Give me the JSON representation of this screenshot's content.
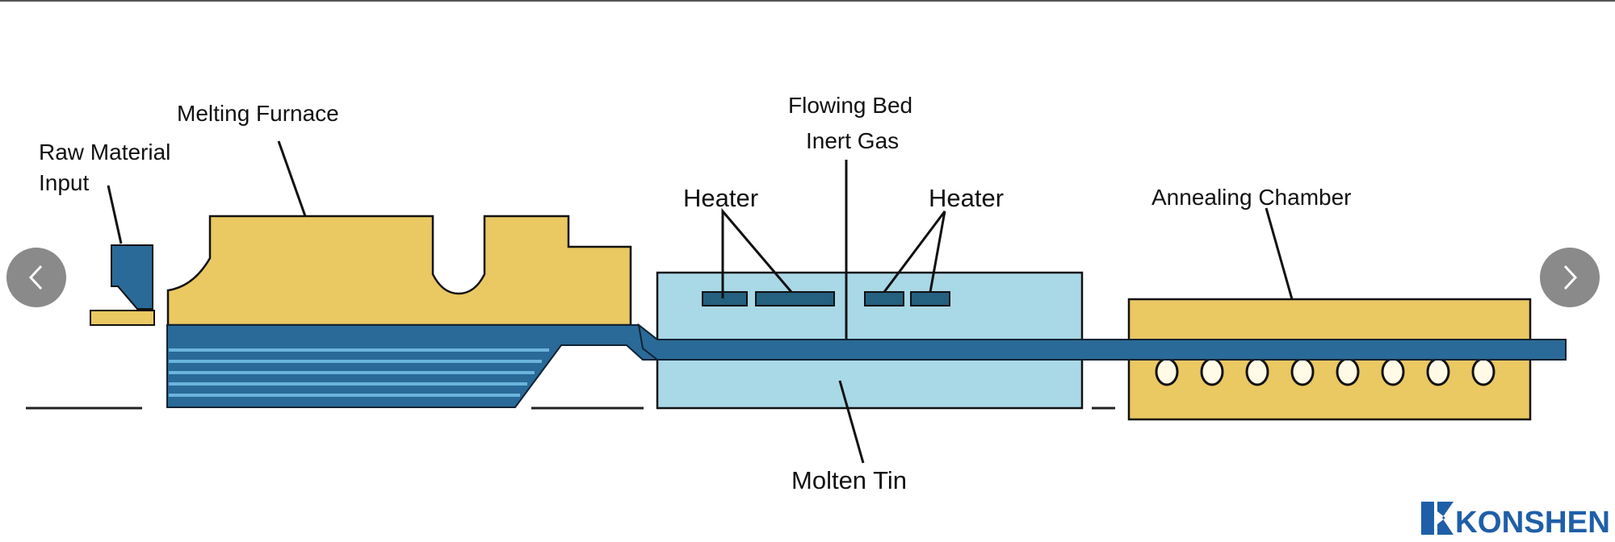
{
  "labels": {
    "raw_material_line1": "Raw Material",
    "raw_material_line2": "Input",
    "melting_furnace": "Melting Furnace",
    "flowing_bed": "Flowing Bed",
    "inert_gas": "Inert Gas",
    "heater_left": "Heater",
    "heater_right": "Heater",
    "annealing_chamber": "Annealing Chamber",
    "molten_tin": "Molten Tin"
  },
  "logo": {
    "text": "KONSHEN",
    "color": "#1f5fa8"
  },
  "navigation": {
    "prev_icon": "chevron-left-icon",
    "next_icon": "chevron-right-icon"
  },
  "colors": {
    "furnace": "#eac862",
    "glass": "#2a6a98",
    "tin_bath": "#a9d8e6",
    "heater": "#24607f",
    "nav_button": "#8a8a8a"
  }
}
